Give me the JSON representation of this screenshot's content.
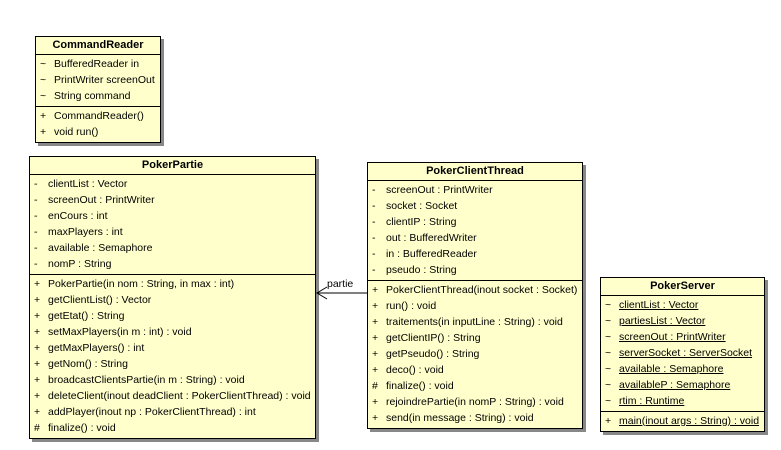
{
  "classes": {
    "command_reader": {
      "name": "CommandReader",
      "attributes": [
        {
          "vis": "~",
          "text": "BufferedReader in"
        },
        {
          "vis": "~",
          "text": "PrintWriter screenOut"
        },
        {
          "vis": "~",
          "text": "String command"
        }
      ],
      "operations": [
        {
          "vis": "+",
          "text": "CommandReader()"
        },
        {
          "vis": "+",
          "text": "void run()"
        }
      ]
    },
    "poker_partie": {
      "name": "PokerPartie",
      "attributes": [
        {
          "vis": "-",
          "text": "clientList : Vector"
        },
        {
          "vis": "-",
          "text": "screenOut : PrintWriter"
        },
        {
          "vis": "-",
          "text": "enCours : int"
        },
        {
          "vis": "-",
          "text": "maxPlayers : int"
        },
        {
          "vis": "-",
          "text": "available : Semaphore"
        },
        {
          "vis": "-",
          "text": "nomP : String"
        }
      ],
      "operations": [
        {
          "vis": "+",
          "text": "PokerPartie(in nom : String, in max : int)"
        },
        {
          "vis": "+",
          "text": "getClientList() : Vector"
        },
        {
          "vis": "+",
          "text": "getEtat() : String"
        },
        {
          "vis": "+",
          "text": "setMaxPlayers(in m : int) : void"
        },
        {
          "vis": "+",
          "text": "getMaxPlayers() : int"
        },
        {
          "vis": "+",
          "text": "getNom() : String"
        },
        {
          "vis": "+",
          "text": "broadcastClientsPartie(in m : String) : void"
        },
        {
          "vis": "+",
          "text": "deleteClient(inout deadClient : PokerClientThread) : void"
        },
        {
          "vis": "+",
          "text": "addPlayer(inout np : PokerClientThread) : int"
        },
        {
          "vis": "#",
          "text": "finalize() : void"
        }
      ]
    },
    "poker_client_thread": {
      "name": "PokerClientThread",
      "attributes": [
        {
          "vis": "-",
          "text": "screenOut : PrintWriter"
        },
        {
          "vis": "-",
          "text": "socket : Socket"
        },
        {
          "vis": "-",
          "text": "clientIP : String"
        },
        {
          "vis": "-",
          "text": "out : BufferedWriter"
        },
        {
          "vis": "-",
          "text": "in : BufferedReader"
        },
        {
          "vis": "-",
          "text": "pseudo : String"
        }
      ],
      "operations": [
        {
          "vis": "+",
          "text": "PokerClientThread(inout socket : Socket)"
        },
        {
          "vis": "+",
          "text": "run() : void"
        },
        {
          "vis": "+",
          "text": "traitements(in inputLine : String) : void"
        },
        {
          "vis": "+",
          "text": "getClientIP() : String"
        },
        {
          "vis": "+",
          "text": "getPseudo() : String"
        },
        {
          "vis": "+",
          "text": "deco() : void"
        },
        {
          "vis": "#",
          "text": "finalize() : void"
        },
        {
          "vis": "+",
          "text": "rejoindrePartie(in nomP : String) : void"
        },
        {
          "vis": "+",
          "text": "send(in message : String) : void"
        }
      ]
    },
    "poker_server": {
      "name": "PokerServer",
      "attributes": [
        {
          "vis": "~",
          "text": "clientList : Vector"
        },
        {
          "vis": "~",
          "text": "partiesList : Vector"
        },
        {
          "vis": "~",
          "text": "screenOut : PrintWriter"
        },
        {
          "vis": "~",
          "text": "serverSocket : ServerSocket"
        },
        {
          "vis": "~",
          "text": "available : Semaphore"
        },
        {
          "vis": "~",
          "text": "availableP : Semaphore"
        },
        {
          "vis": "~",
          "text": "rtim : Runtime"
        }
      ],
      "operations": [
        {
          "vis": "+",
          "text": "main(inout args : String) : void"
        }
      ]
    }
  },
  "association": {
    "label": "partie"
  }
}
